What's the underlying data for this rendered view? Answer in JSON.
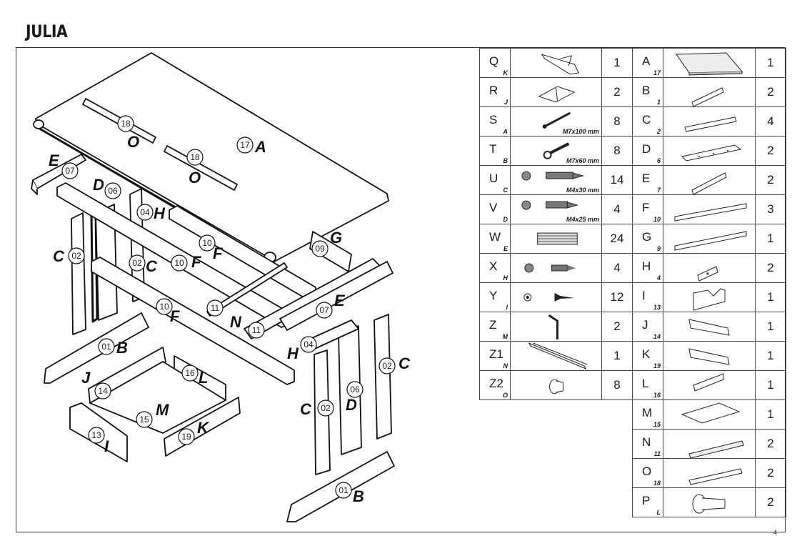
{
  "document": {
    "title": "JULIA",
    "page_mark": "4"
  },
  "parts_left": [
    {
      "letter": "Q",
      "sub": "K",
      "icon": "hinge-bracket-icon",
      "dim": "",
      "qty": "1"
    },
    {
      "letter": "R",
      "sub": "J",
      "icon": "flat-hinge-plate-icon",
      "dim": "",
      "qty": "2"
    },
    {
      "letter": "S",
      "sub": "A",
      "icon": "long-bolt-icon",
      "dim": "M7x100 mm",
      "qty": "8"
    },
    {
      "letter": "T",
      "sub": "B",
      "icon": "short-bolt-icon",
      "dim": "M7x60 mm",
      "qty": "8"
    },
    {
      "letter": "U",
      "sub": "C",
      "icon": "wood-screw-icon",
      "dim": "M4x30 mm",
      "qty": "14"
    },
    {
      "letter": "V",
      "sub": "D",
      "icon": "wood-screw-short-icon",
      "dim": "M4x25 mm",
      "qty": "4"
    },
    {
      "letter": "W",
      "sub": "E",
      "icon": "wooden-dowel-icon",
      "dim": "",
      "qty": "24"
    },
    {
      "letter": "X",
      "sub": "H",
      "icon": "small-screw-icon",
      "dim": "",
      "qty": "4"
    },
    {
      "letter": "Y",
      "sub": "I",
      "icon": "countersunk-screw-icon",
      "dim": "",
      "qty": "12"
    },
    {
      "letter": "Z",
      "sub": "M",
      "icon": "allen-key-icon",
      "dim": "",
      "qty": "2"
    },
    {
      "letter": "Z1",
      "sub": "N",
      "icon": "drawer-rail-icon",
      "dim": "",
      "qty": "1"
    },
    {
      "letter": "Z2",
      "sub": "O",
      "icon": "knob-icon",
      "dim": "",
      "qty": "8"
    }
  ],
  "parts_right": [
    {
      "letter": "A",
      "sub": "17",
      "icon": "tabletop-panel-icon",
      "qty": "1"
    },
    {
      "letter": "B",
      "sub": "1",
      "icon": "foot-rail-icon",
      "qty": "2"
    },
    {
      "letter": "C",
      "sub": "2",
      "icon": "leg-board-icon",
      "qty": "4"
    },
    {
      "letter": "D",
      "sub": "6",
      "icon": "drilled-side-board-icon",
      "qty": "2"
    },
    {
      "letter": "E",
      "sub": "7",
      "icon": "top-rail-icon",
      "qty": "2"
    },
    {
      "letter": "F",
      "sub": "10",
      "icon": "long-apron-icon",
      "qty": "3"
    },
    {
      "letter": "G",
      "sub": "9",
      "icon": "long-back-rail-icon",
      "qty": "1"
    },
    {
      "letter": "H",
      "sub": "4",
      "icon": "small-block-icon",
      "qty": "2"
    },
    {
      "letter": "I",
      "sub": "13",
      "icon": "drawer-front-icon",
      "qty": "1"
    },
    {
      "letter": "J",
      "sub": "14",
      "icon": "drawer-side-left-icon",
      "qty": "1"
    },
    {
      "letter": "K",
      "sub": "19",
      "icon": "drawer-side-right-icon",
      "qty": "1"
    },
    {
      "letter": "L",
      "sub": "16",
      "icon": "drawer-back-icon",
      "qty": "1"
    },
    {
      "letter": "M",
      "sub": "15",
      "icon": "drawer-bottom-icon",
      "qty": "1"
    },
    {
      "letter": "N",
      "sub": "11",
      "icon": "slide-rod-icon",
      "qty": "2"
    },
    {
      "letter": "O",
      "sub": "18",
      "icon": "round-rod-icon",
      "qty": "2"
    },
    {
      "letter": "P",
      "sub": "L",
      "icon": "drawer-knob-icon",
      "qty": "2"
    }
  ],
  "diagram_callouts": {
    "c18a": "18",
    "c18b": "18",
    "c17": "17",
    "c07a": "07",
    "c06a": "06",
    "c04a": "04",
    "c02a": "02",
    "c02b": "02",
    "c10a": "10",
    "c10b": "10",
    "c10c": "10",
    "c09": "09",
    "c11a": "11",
    "c11b": "11",
    "c07b": "07",
    "c04b": "04",
    "c01a": "01",
    "c14": "14",
    "c16": "16",
    "c15": "15",
    "c13": "13",
    "c19": "19",
    "c02c": "02",
    "c06b": "06",
    "c02d": "02",
    "c01b": "01"
  },
  "diagram_labels": {
    "O1": "O",
    "O2": "O",
    "A": "A",
    "E1": "E",
    "D1": "D",
    "H1": "H",
    "C1": "C",
    "C2": "C",
    "F1": "F",
    "F2": "F",
    "F3": "F",
    "G": "G",
    "N": "N",
    "E2": "E",
    "H2": "H",
    "B1": "B",
    "J": "J",
    "L": "L",
    "M": "M",
    "K": "K",
    "I": "I",
    "C3": "C",
    "D2": "D",
    "C4": "C",
    "B2": "B"
  }
}
